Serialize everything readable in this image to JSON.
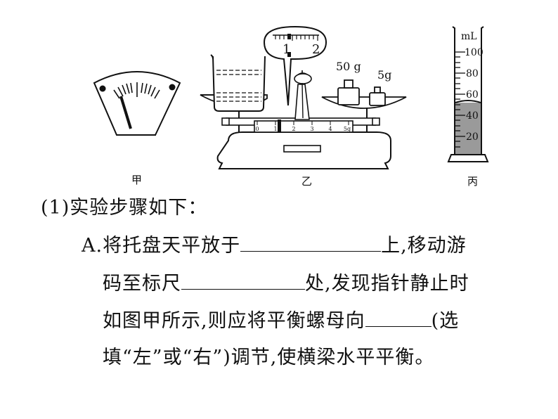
{
  "figure": {
    "captions": {
      "jia": "甲",
      "yi": "乙",
      "bing": "丙"
    },
    "balance": {
      "ruler_zoom_labels": [
        "1",
        "2"
      ],
      "beam_scale_labels": [
        "0",
        "1",
        "2",
        "3",
        "4",
        "5g"
      ],
      "weight_large": "50 g",
      "weight_small": "5g"
    },
    "cylinder": {
      "unit": "mL",
      "ticks": [
        "100",
        "80",
        "60",
        "40",
        "20"
      ],
      "liquid_level_ml": 55
    }
  },
  "question": {
    "step_heading": "(1)实验步骤如下：",
    "line1_a": "A.将托盘天平放于",
    "line1_b": "上,移动游",
    "line2_a": "码至标尺",
    "line2_b": "处,发现指针静止时",
    "line3_a": "如图甲所示,则应将平衡螺母向",
    "line3_b": "(选",
    "line4": "填“左”或“右”)调节,使横梁水平平衡。"
  }
}
